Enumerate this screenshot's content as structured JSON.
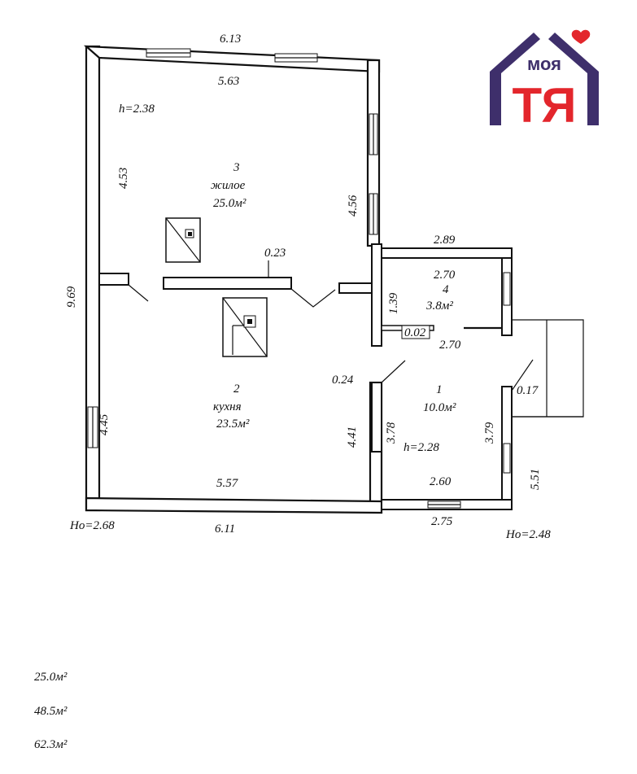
{
  "dimensions": {
    "top_outer": "6.13",
    "top_inner": "5.63",
    "height_room3": "h=2.38",
    "left_room3": "4.53",
    "right_room3": "4.56",
    "total_left": "9.69",
    "door_gap": "0.23",
    "left_room2": "4.45",
    "right_room2": "4.41",
    "bottom_inner": "5.57",
    "bottom_outer": "6.11",
    "ho_left": "Ho=2.68",
    "r4_top_outer": "2.89",
    "r4_top_inner": "2.70",
    "r4_height": "1.39",
    "r4_step": "0.02",
    "r1_top": "2.70",
    "wall_024": "0.24",
    "wall_017": "0.17",
    "r1_left": "3.78",
    "r1_right": "3.79",
    "r1_h": "h=2.28",
    "r1_bottom_inner": "2.60",
    "r1_bottom_outer": "2.75",
    "r1_outer_right": "5.51",
    "ho_right": "Ho=2.48"
  },
  "rooms": {
    "room3": {
      "number": "3",
      "name": "жилое",
      "area": "25.0м²"
    },
    "room2": {
      "number": "2",
      "name": "кухня",
      "area": "23.5м²"
    },
    "room4": {
      "number": "4",
      "area": "3.8м²"
    },
    "room1": {
      "number": "1",
      "area": "10.0м²"
    }
  },
  "summary": [
    "25.0м²",
    "48.5м²",
    "62.3м²"
  ],
  "logo": {
    "top_word": "моя",
    "big_word": "ТЯ",
    "colors": {
      "house": "#3e2f6b",
      "accent": "#e3262c",
      "heart": "#e3262c"
    }
  }
}
